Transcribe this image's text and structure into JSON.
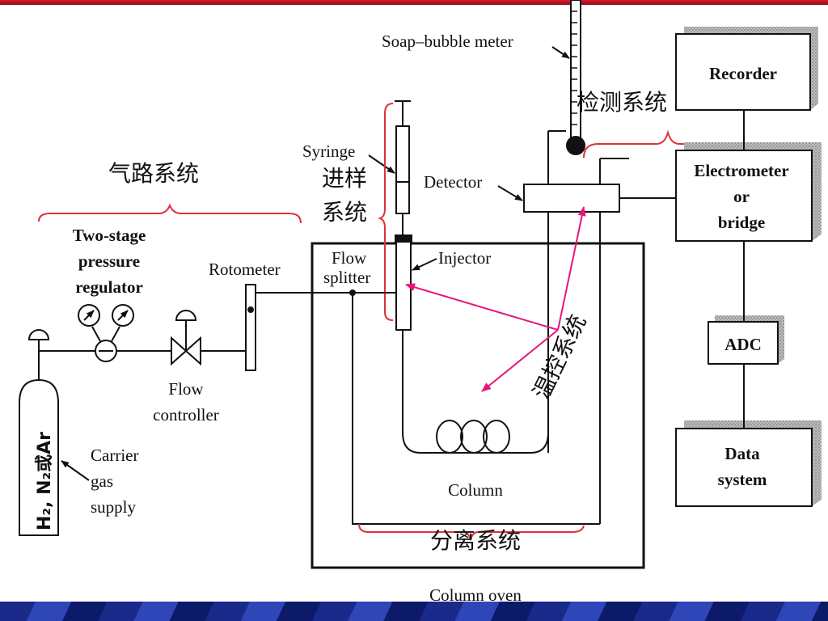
{
  "labels": {
    "soap_bubble_meter": "Soap–bubble meter",
    "recorder": "Recorder",
    "detection_system": "检测系统",
    "electrometer_1": "Electrometer",
    "electrometer_2": "or",
    "electrometer_3": "bridge",
    "syringe": "Syringe",
    "injection_system_1": "进样",
    "injection_system_2": "系统",
    "detector": "Detector",
    "gas_path_system": "气路系统",
    "two_stage_1": "Two-stage",
    "two_stage_2": "pressure",
    "two_stage_3": "regulator",
    "rotometer": "Rotometer",
    "flow_splitter_1": "Flow",
    "flow_splitter_2": "splitter",
    "injector": "Injector",
    "temp_control_system": "温控系统",
    "adc": "ADC",
    "flow_controller_1": "Flow",
    "flow_controller_2": "controller",
    "gas_cylinder": "H₂, N₂或Ar",
    "carrier_1": "Carrier",
    "carrier_2": "gas",
    "carrier_3": "supply",
    "data_system_1": "Data",
    "data_system_2": "system",
    "column": "Column",
    "separation_system": "分离系统",
    "column_oven": "Column oven"
  },
  "colors": {
    "brace": "#e0303a",
    "arrow_pink": "#e8157a",
    "top_bar": "#cc1122",
    "bottom_bar": "#1a2a8a"
  }
}
